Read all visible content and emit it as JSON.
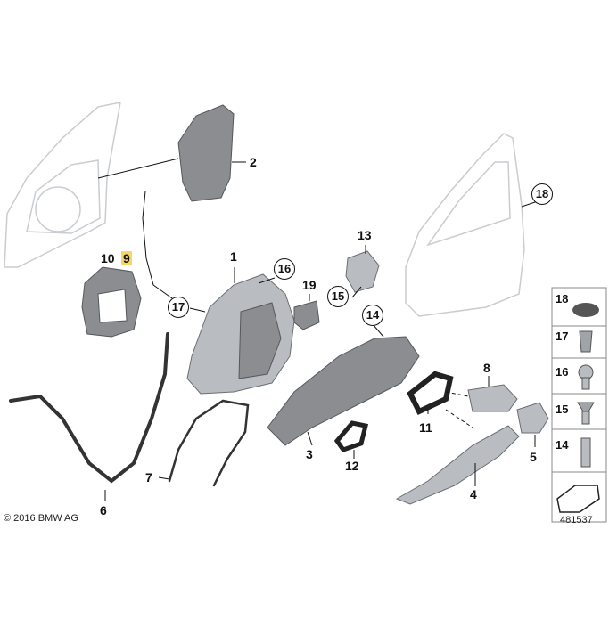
{
  "callouts": {
    "c1": "1",
    "c2": "2",
    "c3": "3",
    "c4": "4",
    "c5": "5",
    "c6": "6",
    "c7": "7",
    "c8": "8",
    "c9": "9",
    "c10": "10",
    "c11": "11",
    "c12": "12",
    "c13": "13",
    "c14": "14",
    "c15": "15",
    "c16": "16",
    "c17": "17",
    "c18": "18",
    "c19": "19"
  },
  "legend": {
    "items": [
      "18",
      "17",
      "16",
      "15",
      "14"
    ]
  },
  "footer": {
    "copyright": "© 2016 BMW AG",
    "diagram_number": "481537"
  }
}
